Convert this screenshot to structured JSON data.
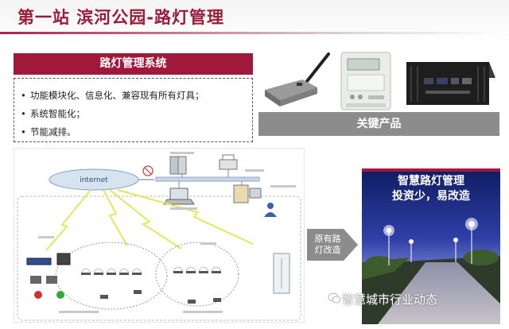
{
  "slide": {
    "title": "第一站 滨河公园-路灯管理",
    "system_header": "路灯管理系统",
    "features": [
      {
        "bullet": "•",
        "text": "功能模块化、信息化、兼容现有所有灯具；"
      },
      {
        "bullet": "•",
        "text": "系统智能化；"
      },
      {
        "bullet": "•",
        "text": "节能减排。"
      }
    ],
    "products_label": "关键产品",
    "diagram": {
      "internet_label": "internet"
    },
    "transform_label": [
      "原有路",
      "灯改造"
    ],
    "smart_title": [
      "智慧路灯管理",
      "投资少，易改造"
    ],
    "watermark": "智慧城市行业动态",
    "icons": [
      "antenna-icon",
      "meter-icon",
      "gateway-icon",
      "server-icon",
      "printer-icon",
      "laptop-icon",
      "user-icon",
      "lamp-icon",
      "wechat-icon"
    ],
    "colors": {
      "accent": "#a1193a",
      "gray": "#8c8c8c",
      "title": "#9b1b3a"
    }
  }
}
